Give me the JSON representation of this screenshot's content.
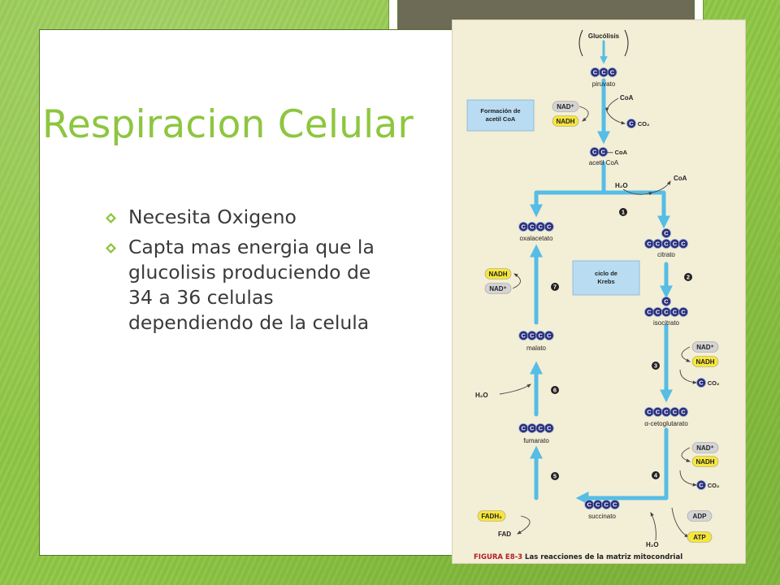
{
  "slide": {
    "title": "Respiracion Celular",
    "bullets": [
      "Necesita Oxigeno",
      "Capta mas energia que la glucolisis produciendo de 34 a 36 celulas dependiendo de la celula"
    ]
  },
  "figure": {
    "caption_number": "FIGURA E8-3",
    "caption_text": " Las reacciones de la matriz mitocondrial",
    "glycolysis": "Glucólisis",
    "box_acetyl": [
      "Formación de",
      "acetil CoA"
    ],
    "box_krebs": [
      "ciclo de",
      "Krebs"
    ],
    "compounds": {
      "piruvato": "piruvato",
      "acetil_coa": "acetil CoA",
      "citrato": "citrato",
      "isocitrato": "isocitrato",
      "cetoglutarato": "α-cetoglutarato",
      "succinato": "succinato",
      "fumarato": "fumarato",
      "malato": "malato",
      "oxalacetato": "oxalacetato"
    },
    "cofactors": {
      "nad_plus": "NAD⁺",
      "nadh": "NADH",
      "co2": "CO₂",
      "coa": "CoA",
      "coa_bound": "— CoA",
      "h2o": "H₂O",
      "fadh2": "FADH₂",
      "fad": "FAD",
      "adp": "ADP",
      "atp": "ATP"
    },
    "atom": "C",
    "steps": [
      "1",
      "2",
      "3",
      "4",
      "5",
      "6",
      "7"
    ],
    "colors": {
      "arrow": "#55bde6",
      "carbon": "#2d2d7a",
      "nadh_yellow": "#f6e63a",
      "nad_grey": "#d4d4d4",
      "box_blue": "#b9dcf2"
    }
  }
}
